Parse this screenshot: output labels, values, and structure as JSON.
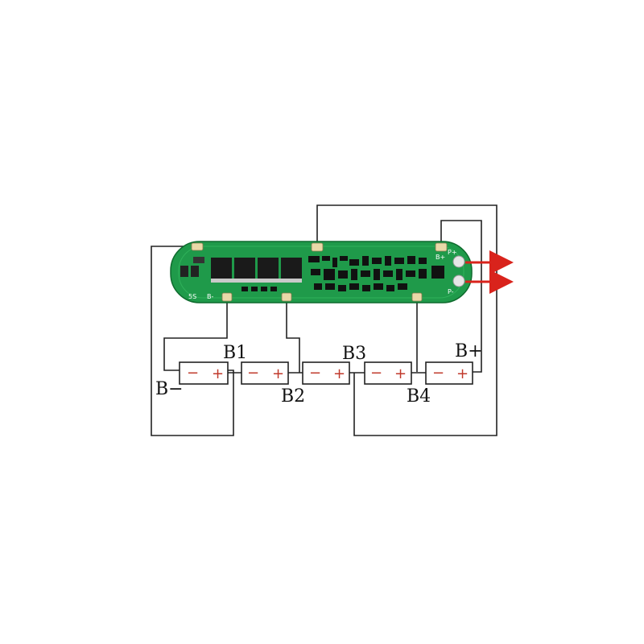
{
  "labels": {
    "b1": "B1",
    "b2": "B2",
    "b3": "B3",
    "b4": "B4",
    "b_minus": "B−",
    "b_plus": "B+"
  },
  "board": {
    "silk_5s": "5S",
    "silk_bminus": "B-",
    "silk_bplus": "B+",
    "silk_pminus": "P-",
    "silk_pplus": "P+"
  },
  "cells": [
    {
      "minus": "−",
      "plus": "+"
    },
    {
      "minus": "−",
      "plus": "+"
    },
    {
      "minus": "−",
      "plus": "+"
    },
    {
      "minus": "−",
      "plus": "+"
    },
    {
      "minus": "−",
      "plus": "+"
    }
  ],
  "colors": {
    "pcb": "#1f9a4a",
    "pcb_dark": "#157a38",
    "arrow": "#d9231c",
    "wire": "#222222",
    "cell_sign": "#c0392b"
  }
}
